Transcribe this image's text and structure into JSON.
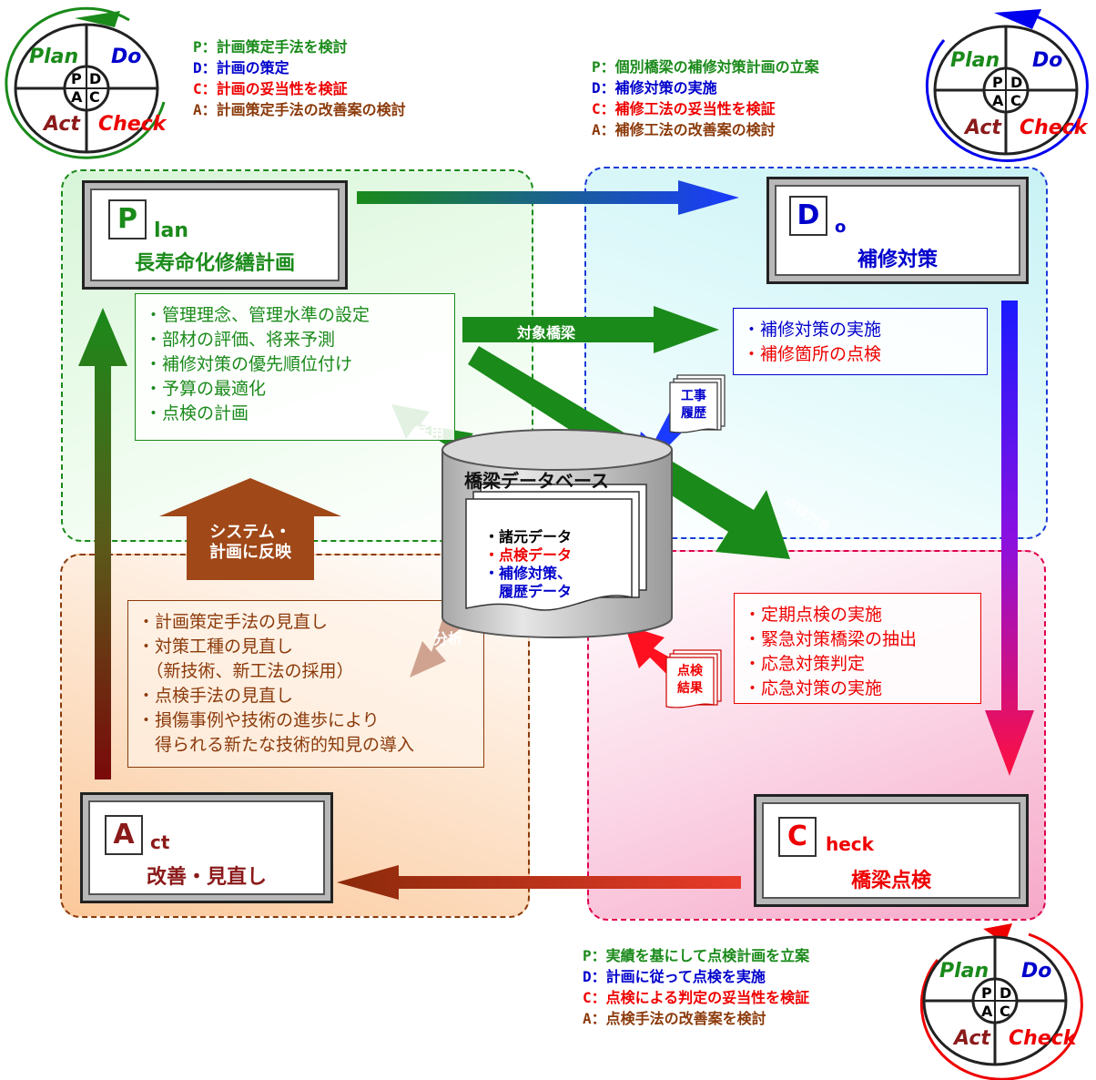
{
  "pdca_icons": {
    "plan": "Plan",
    "do": "Do",
    "act": "Act",
    "check": "Check",
    "p": "P",
    "d": "D",
    "a": "A",
    "c": "C",
    "colors": {
      "plan_cycle": "#1a8a1a",
      "do_cycle": "#0000ee",
      "check_cycle": "#ee0000"
    }
  },
  "legends": {
    "plan": [
      {
        "text": "P：計画策定手法を検討",
        "color": "#1a8a1a"
      },
      {
        "text": "D：計画の策定",
        "color": "#0000cc"
      },
      {
        "text": "C：計画の妥当性を検証",
        "color": "#ee0000"
      },
      {
        "text": "A：計画策定手法の改善案の検討",
        "color": "#8b3a0a"
      }
    ],
    "do": [
      {
        "text": "P：個別橋梁の補修対策計画の立案",
        "color": "#1a8a1a"
      },
      {
        "text": "D：補修対策の実施",
        "color": "#0000cc"
      },
      {
        "text": "C：補修工法の妥当性を検証",
        "color": "#ee0000"
      },
      {
        "text": "A：補修工法の改善案の検討",
        "color": "#8b3a0a"
      }
    ],
    "check": [
      {
        "text": "P：実績を基にして点検計画を立案",
        "color": "#1a8a1a"
      },
      {
        "text": "D：計画に従って点検を実施",
        "color": "#0000cc"
      },
      {
        "text": "C：点検による判定の妥当性を検証",
        "color": "#ee0000"
      },
      {
        "text": "A：点検手法の改善案を検討",
        "color": "#8b3a0a"
      }
    ]
  },
  "stages": {
    "plan": {
      "letter": "P",
      "rest": "lan",
      "subtitle": "長寿命化修繕計画",
      "color": "#1a8a1a"
    },
    "do": {
      "letter": "D",
      "rest": "o",
      "subtitle": "補修対策",
      "color": "#0000cc"
    },
    "act": {
      "letter": "A",
      "rest": "ct",
      "subtitle": "改善・見直し",
      "color": "#8b1a1a"
    },
    "check": {
      "letter": "C",
      "rest": "heck",
      "subtitle": "橋梁点検",
      "color": "#ee0000"
    }
  },
  "lists": {
    "plan": [
      "・管理理念、管理水準の設定",
      "・部材の評価、将来予測",
      "・補修対策の優先順位付け",
      "・予算の最適化",
      "・点検の計画"
    ],
    "do": [
      "・補修対策の実施",
      "・補修箇所の点検"
    ],
    "check": [
      "・定期点検の実施",
      "・緊急対策橋梁の抽出",
      "・応急対策判定",
      "・応急対策の実施"
    ],
    "act": [
      "・計画策定手法の見直し",
      "・対策工種の見直し",
      "　（新技術、新工法の採用）",
      "・点検手法の見直し",
      "・損傷事例や技術の進歩により",
      "　得られる新たな技術的知見の導入"
    ]
  },
  "database": {
    "title": "橋梁データベース",
    "items": [
      {
        "text": "・諸元データ",
        "color": "#000000"
      },
      {
        "text": "・点検データ",
        "color": "#ee0000"
      },
      {
        "text": "・補修対策、",
        "color": "#0000cc"
      },
      {
        "text": "　履歴データ",
        "color": "#0000cc"
      }
    ]
  },
  "labels": {
    "target_bridge": "対象橋梁",
    "utilize": "活用",
    "analysis": "分析",
    "reflect_line1": "システム・",
    "reflect_line2": "計画に反映",
    "work_history_1": "工事",
    "work_history_2": "履歴",
    "inspection_result_1": "点検",
    "inspection_result_2": "結果",
    "diagonal_hidden": "点検対象"
  }
}
